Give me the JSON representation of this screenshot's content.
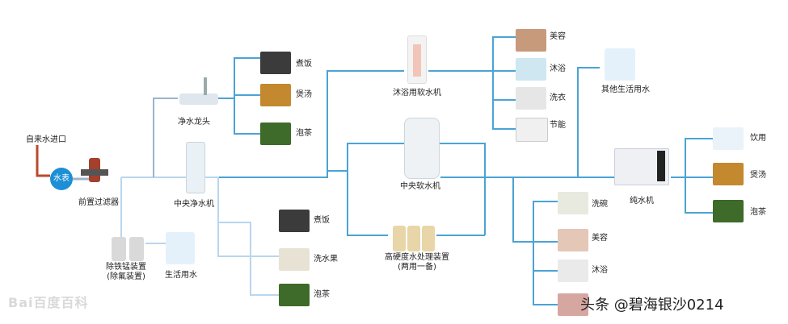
{
  "inlet": "自来水进口",
  "meter": "水表",
  "prefilter": "前置过滤器",
  "faucet": "净水龙头",
  "central_purifier": "中央净水机",
  "iron_removal": "除铁锰装置",
  "iron_removal_sub": "(除氟装置)",
  "domestic_water": "生活用水",
  "bath_softener": "沐浴用软水机",
  "central_softener": "中央软水机",
  "hardness_unit": "高硬度水处理装置",
  "hardness_unit_sub": "(两用一备)",
  "other_water": "其他生活用水",
  "pure_water": "纯水机",
  "faucet_uses": [
    "煮饭",
    "煲汤",
    "泡茶"
  ],
  "purifier_uses": [
    "煮饭",
    "洗水果",
    "泡茶"
  ],
  "bath_uses": [
    "美容",
    "沐浴",
    "洗衣",
    "节能"
  ],
  "soft_uses": [
    "洗碗",
    "美容",
    "沐浴",
    ""
  ],
  "pure_uses": [
    "饮用",
    "煲汤",
    "泡茶"
  ],
  "watermark": "Bai百度百科",
  "brand": "头条 @碧海银沙0214",
  "colors": {
    "line": "#4aa3d6",
    "light_line": "#b9d6ee",
    "meter": "#1c8fd6",
    "pipe": "#b94a2c"
  },
  "icons": [
    "h2o-icon",
    "h2o-icon"
  ]
}
